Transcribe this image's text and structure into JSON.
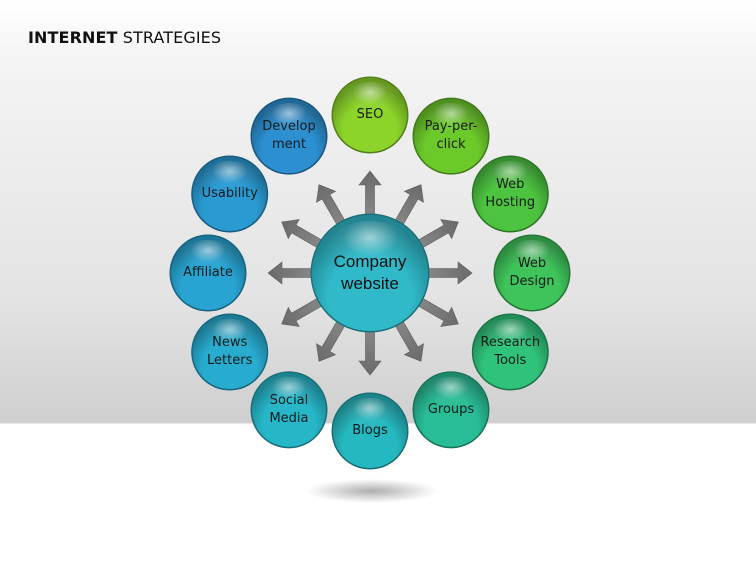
{
  "title": {
    "bold": "INTERNET",
    "rest": " STRATEGIES"
  },
  "center": {
    "label_line1": "Company",
    "label_line2": "website",
    "color": "#2fb9c9"
  },
  "nodes": [
    {
      "id": "seo",
      "line1": "SEO",
      "line2": "",
      "color": "#8cd42a"
    },
    {
      "id": "pay-per-click",
      "line1": "Pay-per-",
      "line2": "click",
      "color": "#6cc92a"
    },
    {
      "id": "web-hosting",
      "line1": "Web",
      "line2": "Hosting",
      "color": "#4cc440"
    },
    {
      "id": "web-design",
      "line1": "Web",
      "line2": "Design",
      "color": "#3ec45a"
    },
    {
      "id": "research-tools",
      "line1": "Research",
      "line2": "Tools",
      "color": "#2fc27a"
    },
    {
      "id": "groups",
      "line1": "Groups",
      "line2": "",
      "color": "#28bd96"
    },
    {
      "id": "blogs",
      "line1": "Blogs",
      "line2": "",
      "color": "#26b8c0"
    },
    {
      "id": "social-media",
      "line1": "Social",
      "line2": "Media",
      "color": "#26b6c8"
    },
    {
      "id": "news-letters",
      "line1": "News",
      "line2": "Letters",
      "color": "#27acd0"
    },
    {
      "id": "affiliate",
      "line1": "Affiliate",
      "line2": "",
      "color": "#28a4d2"
    },
    {
      "id": "usability",
      "line1": "Usability",
      "line2": "",
      "color": "#2a9ad2"
    },
    {
      "id": "development",
      "line1": "Develop",
      "line2": "ment",
      "color": "#2b8fd0"
    }
  ]
}
